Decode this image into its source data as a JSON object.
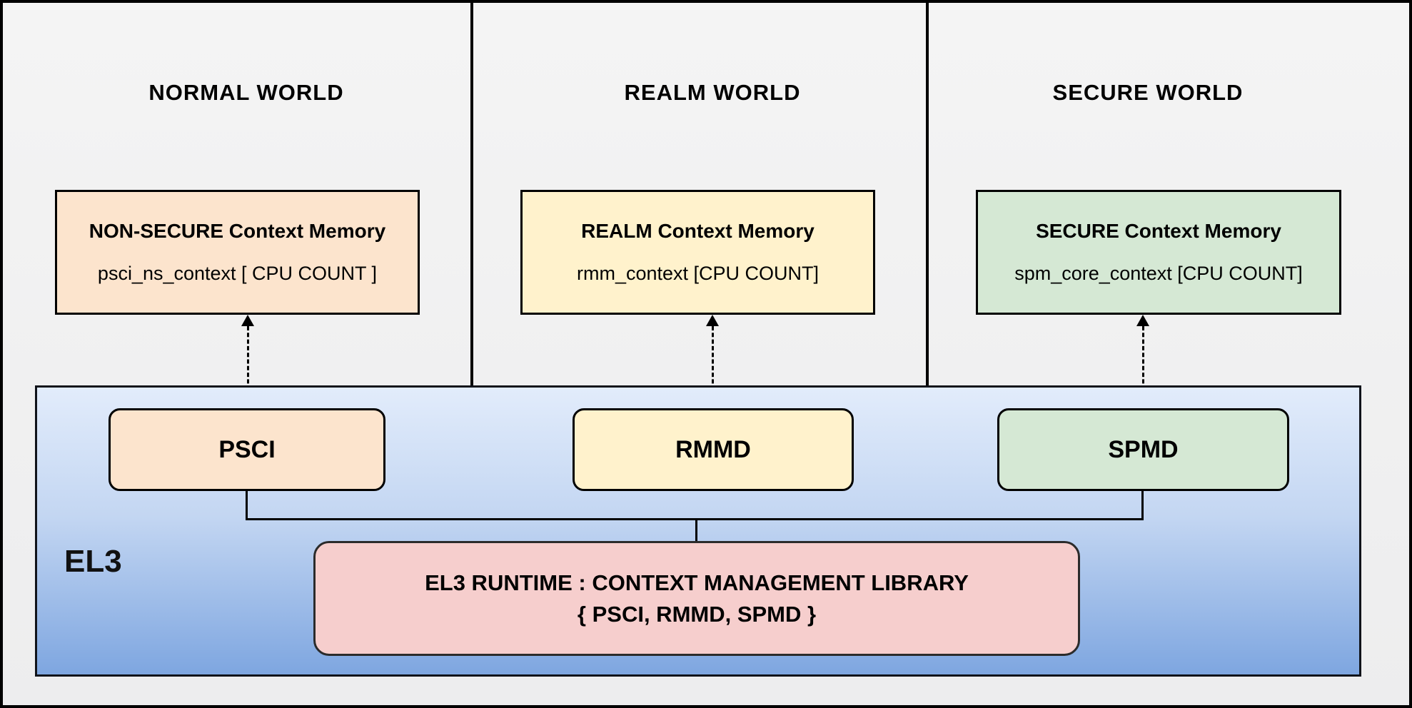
{
  "worlds": [
    {
      "title": "NORMAL WORLD",
      "memory": {
        "title": "NON-SECURE Context Memory",
        "detail": "psci_ns_context  [ CPU COUNT ]",
        "color": "#fce4cd"
      },
      "module": "PSCI",
      "module_color": "#fce4cd"
    },
    {
      "title": "REALM WORLD",
      "memory": {
        "title": "REALM Context Memory",
        "detail": "rmm_context [CPU COUNT]",
        "color": "#fff2cc"
      },
      "module": "RMMD",
      "module_color": "#fff2cc"
    },
    {
      "title": "SECURE WORLD",
      "memory": {
        "title": "SECURE Context Memory",
        "detail": "spm_core_context  [CPU COUNT]",
        "color": "#d5e8d4"
      },
      "module": "SPMD",
      "module_color": "#d5e8d4"
    }
  ],
  "el3": {
    "label": "EL3",
    "runtime_line1": "EL3 RUNTIME : CONTEXT MANAGEMENT LIBRARY",
    "runtime_line2": "{ PSCI, RMMD, SPMD }",
    "background_top": "#e2ecfb",
    "background_bottom": "#7ea6e0",
    "runtime_color": "#f6cecd"
  },
  "colors": {
    "canvas_background": "#f1f1f2",
    "border": "#000000"
  }
}
